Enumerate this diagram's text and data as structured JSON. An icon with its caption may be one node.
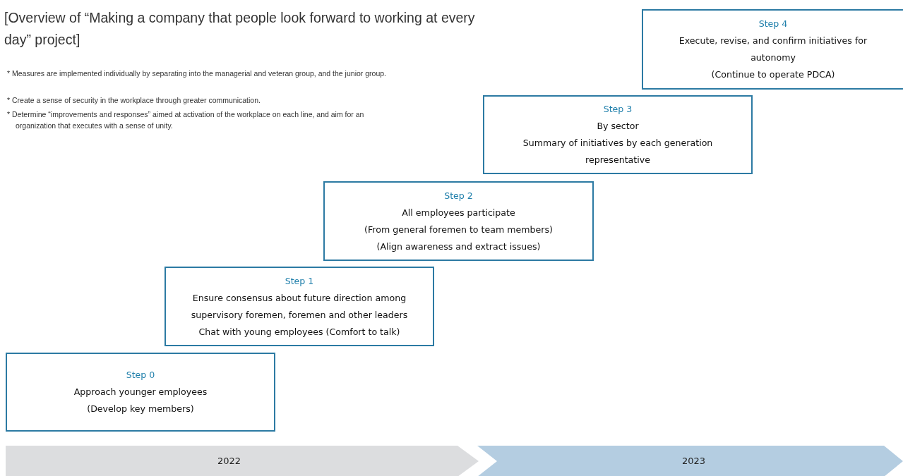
{
  "diagram": {
    "title": "[Overview of “Making a company that people look forward to working at every day” project]",
    "nodes": [
      {
        "text": [
          "Step 0",
          "Approach younger employees",
          "(Develop key members)"
        ]
      },
      {
        "text": [
          "Step 1",
          "Ensure consensus about future direction among supervisory foremen, foremen and other leaders",
          "Chat with young employees (Comfort to talk)"
        ]
      },
      {
        "text": [
          "Step 2",
          "All employees participate",
          "(From general foremen to team members)",
          "(Align awareness and extract issues)"
        ]
      },
      {
        "text": [
          "Step 3",
          "By sector",
          "Summary of initiatives by each generation representative"
        ]
      },
      {
        "text": [
          "Step 4",
          "Execute, revise, and confirm initiatives for autonomy",
          "(Continue to operate PDCA)"
        ]
      },
      {
        "text": [
          "2022"
        ]
      },
      {
        "text": [
          "2023"
        ]
      }
    ],
    "edges": [],
    "labels": [
      "* Measures are implemented individually by separating into the managerial and veteran group, and the junior group.",
      "* Create a sense of security in the workplace through greater communication.",
      "* Determine “improvements and responses” aimed at activation of the workplace on each line, and aim for an organization that executes with a sense of unity."
    ]
  }
}
